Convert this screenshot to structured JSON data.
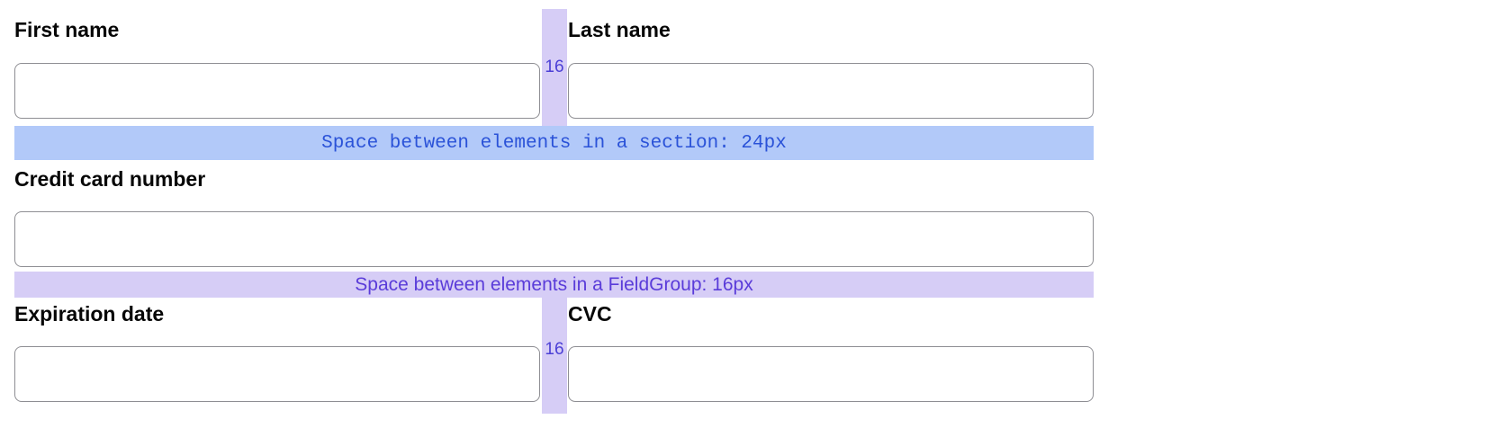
{
  "form": {
    "section_top": {
      "fields": [
        {
          "id": "first-name",
          "label": "First name",
          "value": ""
        },
        {
          "id": "last-name",
          "label": "Last name",
          "value": ""
        }
      ]
    },
    "credit_card": {
      "label": "Credit card number",
      "value": ""
    },
    "section_bottom": {
      "fields": [
        {
          "id": "expiration-date",
          "label": "Expiration date",
          "value": ""
        },
        {
          "id": "cvc",
          "label": "CVC",
          "value": ""
        }
      ]
    }
  },
  "annotations": {
    "section_spacing": {
      "text": "Space between elements in a section: 24px"
    },
    "fieldgroup_spacing": {
      "text": "Space between elements in a FieldGroup: 16px"
    },
    "column_gap_top": {
      "text": "16"
    },
    "column_gap_bottom": {
      "text": "16"
    }
  },
  "colors": {
    "background": "#ffffff",
    "label_text": "#060606",
    "input_border": "#8e8e93",
    "section_band_bg": "#b2c9f9",
    "section_band_text": "#2a52d8",
    "fieldgroup_band_bg": "#d6cdf6",
    "fieldgroup_band_text": "#5a3cd9",
    "gap_strip_bg": "#d6cdf6",
    "gap_label_text": "#4b3fd6"
  }
}
